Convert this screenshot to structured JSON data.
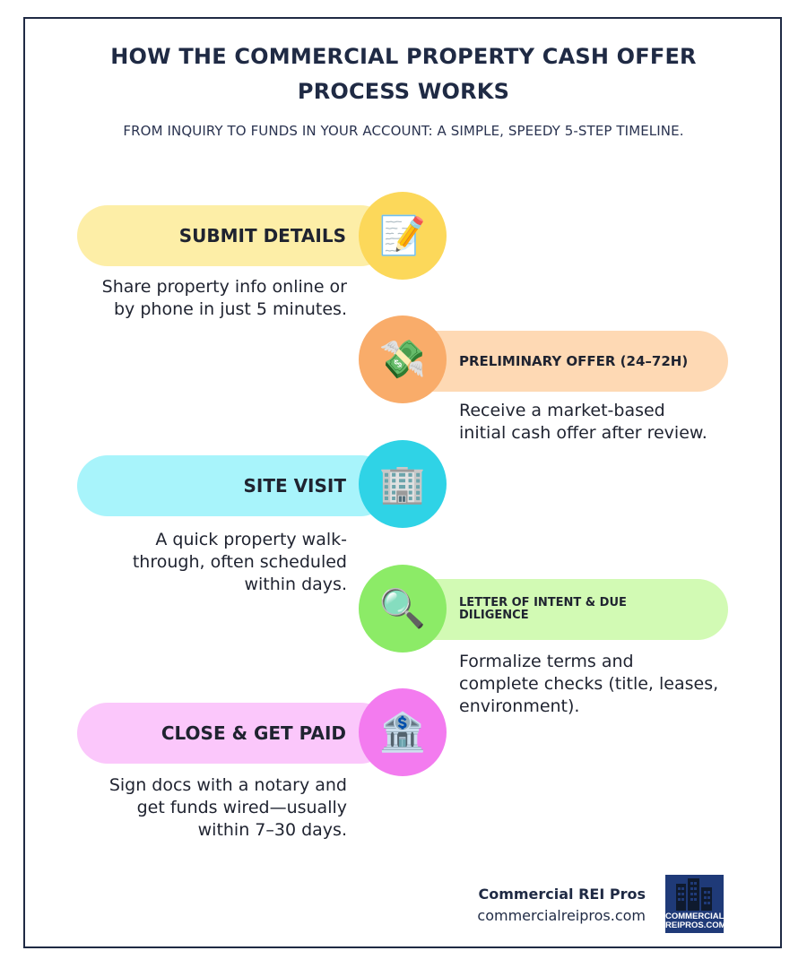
{
  "header": {
    "title_line1": "HOW THE COMMERCIAL PROPERTY CASH OFFER",
    "title_line2": "PROCESS WORKS",
    "subtitle": "FROM INQUIRY TO FUNDS IN YOUR ACCOUNT: A SIMPLE, SPEEDY 5-STEP TIMELINE."
  },
  "steps": [
    {
      "label": "SUBMIT DETAILS",
      "icon": "memo-pencil-icon",
      "icon_glyph": "📝",
      "desc_lines": [
        "Share property info online or",
        "by phone in just 5 minutes."
      ],
      "pill_color": "#fdeea7",
      "circle_color": "#fcd85a"
    },
    {
      "label": "PRELIMINARY OFFER (24–72H)",
      "icon": "money-with-wings-icon",
      "icon_glyph": "💸",
      "desc_lines": [
        "Receive a market-based",
        "initial cash offer after review."
      ],
      "pill_color": "#fed9b4",
      "circle_color": "#f9ac6a"
    },
    {
      "label": "SITE VISIT",
      "icon": "office-building-icon",
      "icon_glyph": "🏢",
      "desc_lines": [
        "A quick property walk-",
        "through, often scheduled",
        "within days."
      ],
      "pill_color": "#a8f4fb",
      "circle_color": "#2fd3e6"
    },
    {
      "label_lines": [
        "LETTER OF INTENT & DUE",
        "DILIGENCE"
      ],
      "icon": "magnifying-glass-icon",
      "icon_glyph": "🔍",
      "desc_lines": [
        "Formalize terms and",
        "complete checks (title, leases,",
        "environment)."
      ],
      "pill_color": "#d2fab4",
      "circle_color": "#8ceb67"
    },
    {
      "label": "CLOSE & GET PAID",
      "icon": "bank-icon",
      "icon_glyph": "🏦",
      "desc_lines": [
        "Sign docs with a notary and",
        "get funds wired—usually",
        "within 7–30 days."
      ],
      "pill_color": "#fbc7fb",
      "circle_color": "#f37bef"
    }
  ],
  "footer": {
    "brand_name": "Commercial REI Pros",
    "brand_url": "commercialreipros.com",
    "logo_text_line1": "COMMERCIAL",
    "logo_text_line2": "REIPROS.COM",
    "logo_color": "#1f3a78"
  }
}
